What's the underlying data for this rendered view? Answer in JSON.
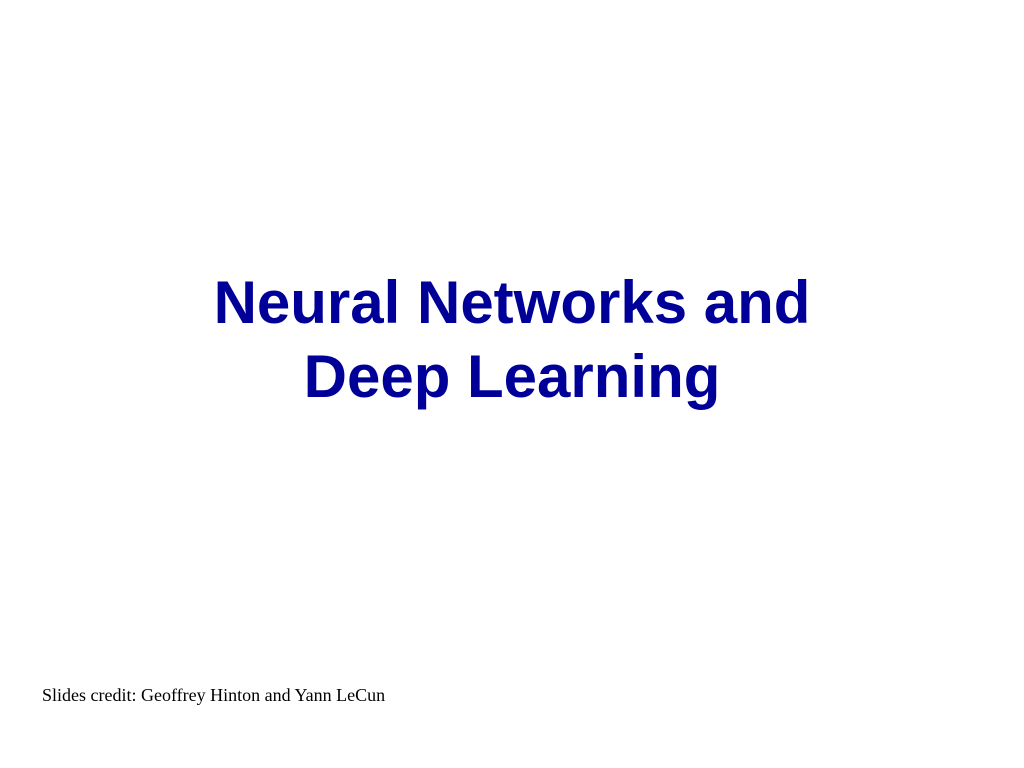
{
  "slide": {
    "title_lines": [
      "Neural Networks and",
      "Deep Learning"
    ],
    "credit": "Slides credit: Geoffrey Hinton and Yann LeCun",
    "colors": {
      "title": "#000099",
      "background": "#ffffff",
      "credit": "#000000"
    }
  }
}
